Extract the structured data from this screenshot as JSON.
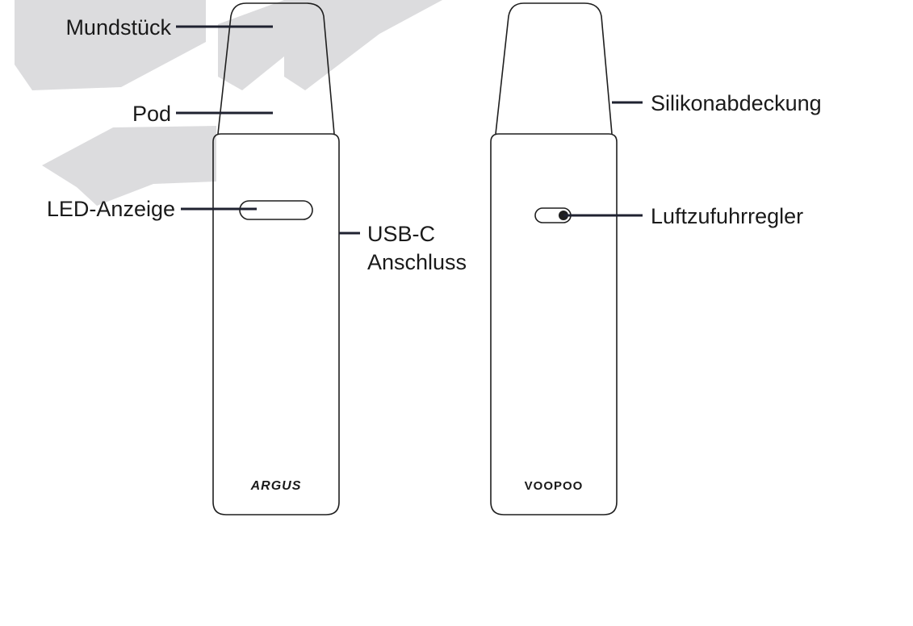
{
  "colors": {
    "outline": "#1f1f1f",
    "leader": "#1f2230",
    "label_text": "#1a1a1a",
    "watermark": "#dcdcde",
    "background": "#ffffff"
  },
  "watermark": {
    "kind": "large diagonal grey brush-stroke watermark lettering"
  },
  "devices": {
    "left": {
      "logo_text": "ARGUS",
      "labels": {
        "mouthpiece": "Mundstück",
        "pod": "Pod",
        "led": "LED-Anzeige",
        "usb_line1": "USB-C",
        "usb_line2": "Anschluss"
      }
    },
    "right": {
      "logo_text": "VOOPOO",
      "labels": {
        "silicone_cover": "Silikonabdeckung",
        "airflow": "Luftzufuhrregler"
      }
    }
  }
}
